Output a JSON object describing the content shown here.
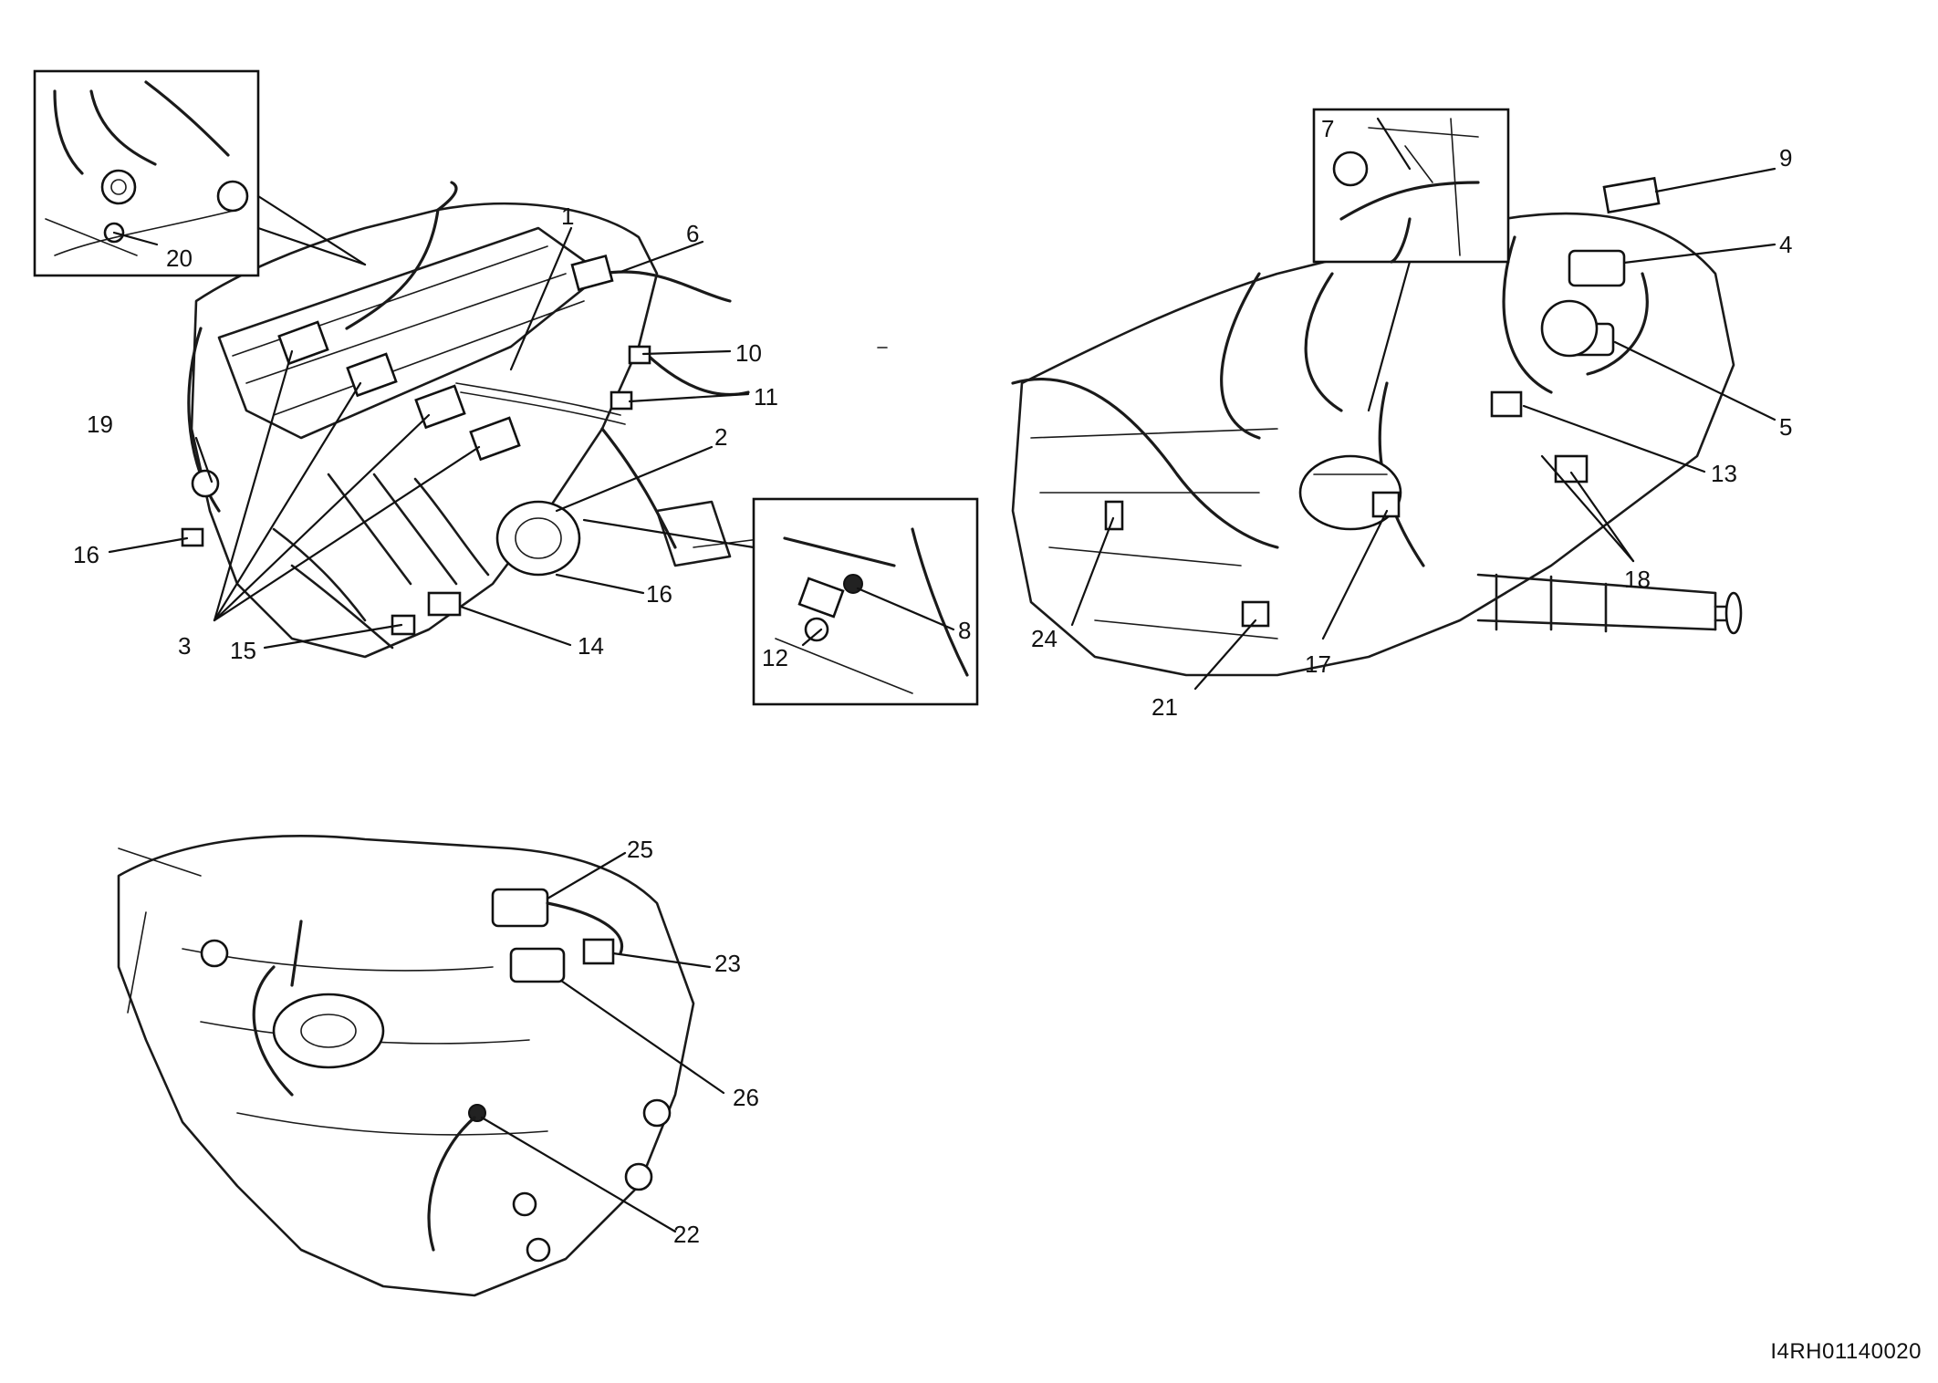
{
  "callouts": {
    "c1": "1",
    "c2": "2",
    "c3": "3",
    "c4": "4",
    "c5": "5",
    "c6": "6",
    "c7": "7",
    "c8": "8",
    "c9": "9",
    "c10": "10",
    "c11": "11",
    "c12": "12",
    "c13": "13",
    "c14": "14",
    "c15": "15",
    "c16a": "16",
    "c16b": "16",
    "c17": "17",
    "c18": "18",
    "c19": "19",
    "c20": "20",
    "c21": "21",
    "c22": "22",
    "c23": "23",
    "c24": "24",
    "c25": "25",
    "c26": "26"
  },
  "reference_code": "I4RH01140020"
}
